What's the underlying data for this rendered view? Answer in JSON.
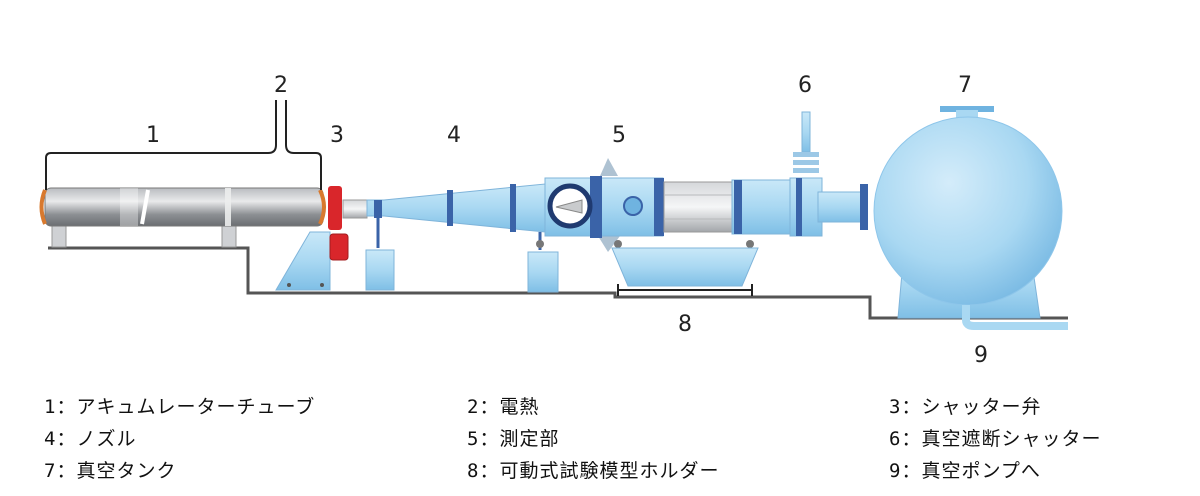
{
  "callouts": {
    "n1": "1",
    "n2": "2",
    "n3": "3",
    "n4": "4",
    "n5": "5",
    "n6": "6",
    "n7": "7",
    "n8": "8",
    "n9": "9"
  },
  "legend": [
    "1：アキュムレーターチューブ",
    "2：電熱",
    "3：シャッター弁",
    "4：ノズル",
    "5：測定部",
    "6：真空遮断シャッター",
    "7：真空タンク",
    "8：可動式試験模型ホルダー",
    "9：真空ポンプへ"
  ],
  "colors": {
    "tube": "#8c8f93",
    "glass": "#a9d8f2",
    "glass_dark": "#6fb3e0",
    "flange": "#3a63a8",
    "valve": "#d9262b",
    "ring": "#d8792e",
    "base": "#555555"
  }
}
